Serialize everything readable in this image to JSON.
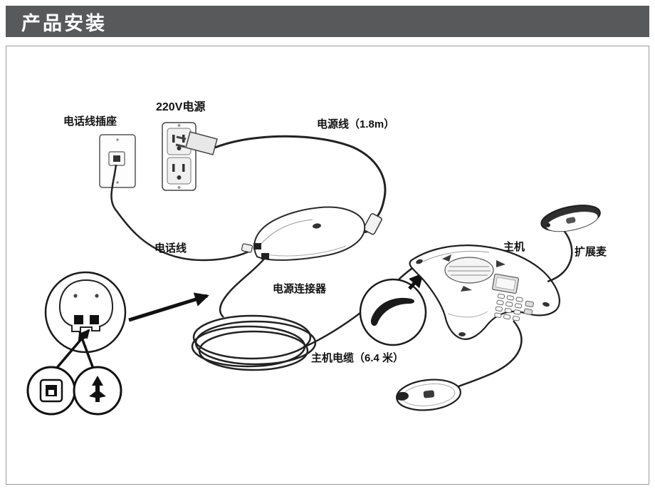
{
  "header": {
    "title": "产品安装"
  },
  "colors": {
    "header_bg": "#58595b",
    "header_text": "#ffffff",
    "line": "#1f1f1f",
    "frame_border": "#9b9b9b"
  },
  "diagram": {
    "labels": {
      "phone_socket": "电话线插座",
      "power_220v": "220V电源",
      "power_cord": "电源线（1.8m）",
      "phone_line": "电话线",
      "power_connector": "电源连接器",
      "main_cable": "主机电缆（6.4 米）",
      "main_unit": "主机",
      "extension_mic": "扩展麦"
    },
    "icons": {
      "left_badge": "rj11-jack-icon",
      "right_badge": "connector-pin-icon",
      "magnifier_left": "magnifier-detail-ports",
      "magnifier_middle": "magnifier-detail-wedge"
    }
  }
}
